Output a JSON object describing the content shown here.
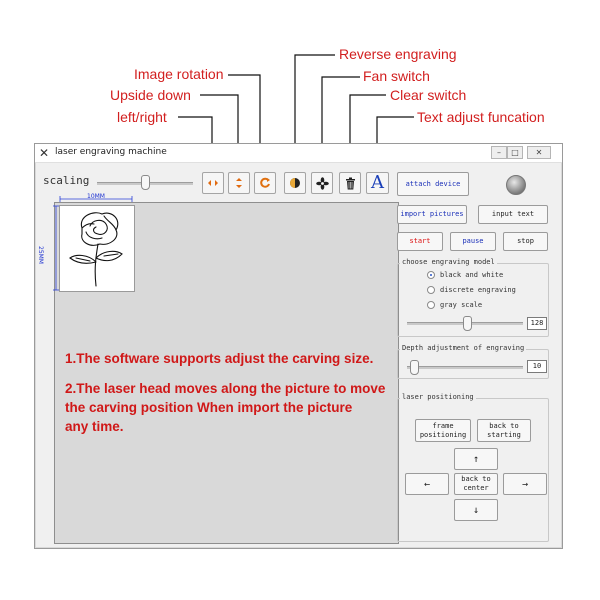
{
  "callouts": {
    "image_rotation": "Image rotation",
    "upside_down": "Upside down",
    "left_right": "left/right",
    "reverse_engraving": "Reverse engraving",
    "fan_switch": "Fan switch",
    "clear_switch": "Clear switch",
    "text_adjust": "Text adjust funcation"
  },
  "window": {
    "title": "laser engraving machine",
    "minimize": "–",
    "restore": "□",
    "close": "✕"
  },
  "toolbar": {
    "scaling_label": "scaling",
    "text_button_glyph": "A"
  },
  "right_panel": {
    "attach_device": "attach device",
    "import_pictures": "import pictures",
    "input_text": "input text",
    "start": "start",
    "pause": "pause",
    "stop": "stop",
    "engraving_model_label": "choose engraving model",
    "model_options": [
      "black and white",
      "discrete engraving",
      "gray scale"
    ],
    "model_slider_value": "128",
    "depth_label": "Depth adjustment of engraving",
    "depth_value": "10",
    "positioning_label": "laser positioning",
    "frame_positioning": "frame positioning",
    "back_to_starting": "back to starting",
    "up_arrow": "↑",
    "left_arrow": "←",
    "back_to_center": "back to center",
    "right_arrow": "→",
    "down_arrow": "↓"
  },
  "canvas": {
    "width_label": "10MM",
    "height_label": "25MM",
    "note_1": "1.The software supports adjust the carving size.",
    "note_2_line1": "2.The laser head moves along the picture to move",
    "note_2_line2": "the carving position When import the picture",
    "note_2_line3": "any  time."
  },
  "colors": {
    "callout_red": "#d21f1f",
    "button_blue": "#1a2fb8",
    "button_red": "#dd1111"
  }
}
